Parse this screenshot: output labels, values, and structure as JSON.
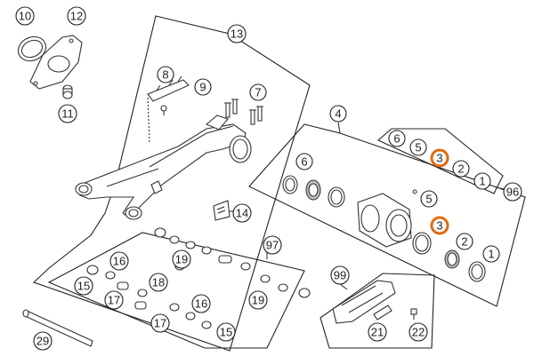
{
  "callouts": [
    {
      "id": "c10",
      "label": "10",
      "highlight": false
    },
    {
      "id": "c12",
      "label": "12",
      "highlight": false
    },
    {
      "id": "c13",
      "label": "13",
      "highlight": false
    },
    {
      "id": "c8",
      "label": "8",
      "highlight": false
    },
    {
      "id": "c9",
      "label": "9",
      "highlight": false
    },
    {
      "id": "c7",
      "label": "7",
      "highlight": false
    },
    {
      "id": "c11",
      "label": "11",
      "highlight": false
    },
    {
      "id": "c4",
      "label": "4",
      "highlight": false
    },
    {
      "id": "c6a",
      "label": "6",
      "highlight": false
    },
    {
      "id": "c5a",
      "label": "5",
      "highlight": false
    },
    {
      "id": "c3a",
      "label": "3",
      "highlight": true
    },
    {
      "id": "c2a",
      "label": "2",
      "highlight": false
    },
    {
      "id": "c1a",
      "label": "1",
      "highlight": false
    },
    {
      "id": "c96",
      "label": "96",
      "highlight": false
    },
    {
      "id": "c6b",
      "label": "6",
      "highlight": false
    },
    {
      "id": "c5b",
      "label": "5",
      "highlight": false
    },
    {
      "id": "c3b",
      "label": "3",
      "highlight": true
    },
    {
      "id": "c2b",
      "label": "2",
      "highlight": false
    },
    {
      "id": "c1b",
      "label": "1",
      "highlight": false
    },
    {
      "id": "c14",
      "label": "14",
      "highlight": false
    },
    {
      "id": "c97",
      "label": "97",
      "highlight": false
    },
    {
      "id": "c16a",
      "label": "16",
      "highlight": false
    },
    {
      "id": "c19a",
      "label": "19",
      "highlight": false
    },
    {
      "id": "c15a",
      "label": "15",
      "highlight": false
    },
    {
      "id": "c17a",
      "label": "17",
      "highlight": false
    },
    {
      "id": "c18",
      "label": "18",
      "highlight": false
    },
    {
      "id": "c19b",
      "label": "19",
      "highlight": false
    },
    {
      "id": "c16b",
      "label": "16",
      "highlight": false
    },
    {
      "id": "c17b",
      "label": "17",
      "highlight": false
    },
    {
      "id": "c15b",
      "label": "15",
      "highlight": false
    },
    {
      "id": "c99",
      "label": "99",
      "highlight": false
    },
    {
      "id": "c21",
      "label": "21",
      "highlight": false
    },
    {
      "id": "c22",
      "label": "22",
      "highlight": false
    },
    {
      "id": "c29",
      "label": "29",
      "highlight": false
    }
  ],
  "colors": {
    "highlight": "#e36a0f",
    "line": "#222222",
    "part_fill": "#ffffff"
  }
}
